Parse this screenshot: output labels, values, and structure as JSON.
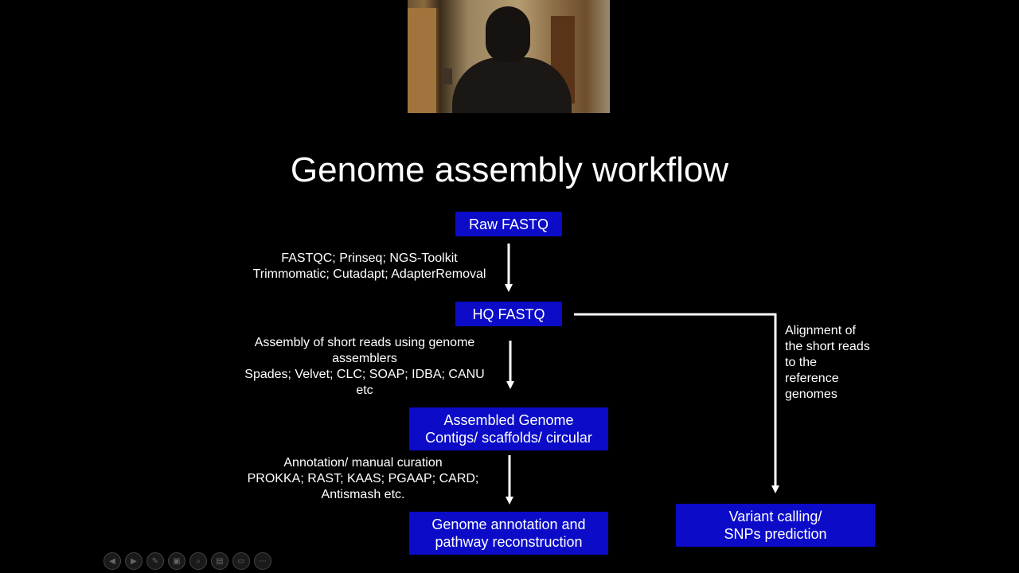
{
  "slide": {
    "title": "Genome assembly workflow",
    "accent_color": "#0b0bc8",
    "nodes": {
      "raw": "Raw FASTQ",
      "hq": "HQ FASTQ",
      "assembled": "Assembled Genome\nContigs/ scaffolds/ circular",
      "annotation": "Genome annotation and\npathway reconstruction",
      "variant": "Variant calling/\nSNPs prediction"
    },
    "edge_labels": {
      "qc": "FASTQC; Prinseq; NGS-Toolkit\nTrimmomatic; Cutadapt; AdapterRemoval",
      "assembly": "Assembly of short reads using genome\nassemblers\nSpades; Velvet; CLC; SOAP; IDBA; CANU\netc",
      "annotation": "Annotation/ manual curation\nPROKKA; RAST; KAAS; PGAAP; CARD;\nAntismash etc.",
      "alignment": "Alignment of\nthe short reads\nto the\nreference\ngenomes"
    }
  },
  "toolbar": {
    "icons": [
      "prev-icon",
      "next-icon",
      "pen-icon",
      "slides-icon",
      "zoom-icon",
      "subtitles-icon",
      "camera-icon",
      "more-icon"
    ],
    "glyphs": [
      "◀",
      "▶",
      "✎",
      "▣",
      "⌕",
      "▤",
      "▭",
      "⋯"
    ]
  }
}
